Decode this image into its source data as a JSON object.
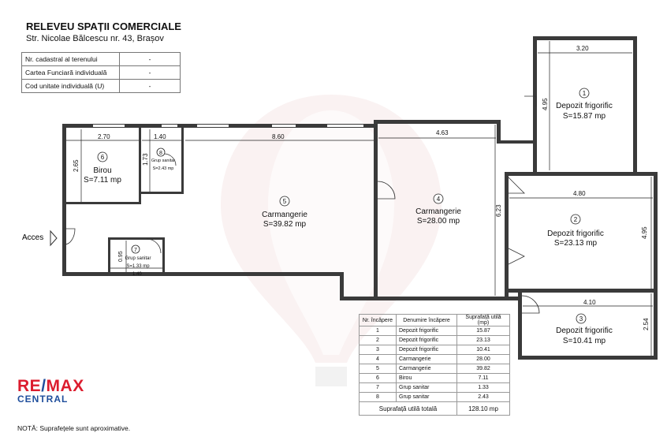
{
  "title": "RELEVEU SPAȚII COMERCIALE",
  "address": "Str. Nicolae Bălcescu nr. 43, Brașov",
  "info_rows": [
    {
      "label": "Nr. cadastral al terenului",
      "value": "-"
    },
    {
      "label": "Cartea Funciară individuală",
      "value": "-"
    },
    {
      "label": "Cod unitate individuală (U)",
      "value": "-"
    }
  ],
  "rooms": [
    {
      "num": "1",
      "name": "Depozit frigorific",
      "area": "S=15.87 mp"
    },
    {
      "num": "2",
      "name": "Depozit frigorific",
      "area": "S=23.13 mp"
    },
    {
      "num": "3",
      "name": "Depozit frigorific",
      "area": "S=10.41 mp"
    },
    {
      "num": "4",
      "name": "Carmangerie",
      "area": "S=28.00 mp"
    },
    {
      "num": "5",
      "name": "Carmangerie",
      "area": "S=39.82 mp"
    },
    {
      "num": "6",
      "name": "Birou",
      "area": "S=7.11 mp"
    },
    {
      "num": "7",
      "name": "Grup sanitar",
      "area": "S=1.33 mp"
    },
    {
      "num": "8",
      "name": "Grup sanitar",
      "area": "S=2.43 mp"
    }
  ],
  "dimensions": {
    "d320": "3.20",
    "d495a": "4.95",
    "d270": "2.70",
    "d140a": "1.40",
    "d860": "8.60",
    "d463": "4.63",
    "d265": "2.65",
    "d173": "1.73",
    "d623": "6.23",
    "d480": "4.80",
    "d495b": "4.95",
    "d095": "0.95",
    "d140b": "1.40",
    "d410": "4.10",
    "d254": "2.54"
  },
  "acces": "Acces",
  "table": {
    "headers": [
      "Nr. încăpere",
      "Denumire încăpere",
      "Suprafață utilă (mp)"
    ],
    "rows": [
      [
        "1",
        "Depozit frigorific",
        "15.87"
      ],
      [
        "2",
        "Depozit frigorific",
        "23.13"
      ],
      [
        "3",
        "Depozit frigorific",
        "10.41"
      ],
      [
        "4",
        "Carmangerie",
        "28.00"
      ],
      [
        "5",
        "Carmangerie",
        "39.82"
      ],
      [
        "6",
        "Birou",
        "7.11"
      ],
      [
        "7",
        "Grup sanitar",
        "1.33"
      ],
      [
        "8",
        "Grup sanitar",
        "2.43"
      ]
    ],
    "total_label": "Suprafață utilă totală",
    "total_value": "128.10 mp"
  },
  "logo": {
    "re": "RE",
    "slash": "/",
    "max": "MAX",
    "sub": "CENTRAL"
  },
  "note": "NOTĂ: Suprafețele sunt aproximative.",
  "colors": {
    "wall": "#3a3a3a",
    "brand_red": "#dc1c2e",
    "brand_blue": "#1f4e9c"
  }
}
